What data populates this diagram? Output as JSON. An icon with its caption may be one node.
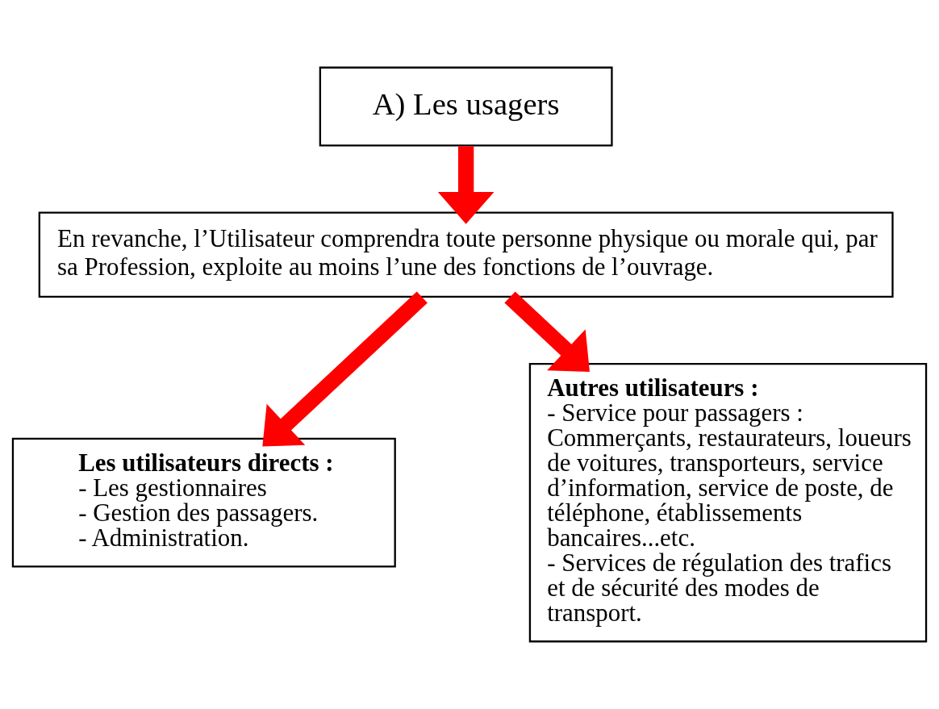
{
  "diagram": {
    "nodes": [
      {
        "text": [
          "A) Les usagers"
        ]
      },
      {
        "text": [
          "En revanche, l’Utilisateur comprendra toute personne physique ou morale qui, par sa Profession, exploite au moins l’une des fonctions de l’ouvrage."
        ]
      },
      {
        "text": [
          "Les utilisateurs directs :",
          "- Les gestionnaires",
          "- Gestion des passagers.",
          "- Administration."
        ]
      },
      {
        "text": [
          "Autres utilisateurs :",
          "- Service pour passagers : Commerçants, restaurateurs, loueurs de voitures, transporteurs, service d’information, service de poste, de téléphone, établissements bancaires...etc.",
          "- Services de régulation des trafics et de sécurité des modes de transport."
        ]
      }
    ],
    "edges": [
      {
        "from": 0,
        "to": 1,
        "arrow": "to"
      },
      {
        "from": 1,
        "to": 2,
        "arrow": "to"
      },
      {
        "from": 1,
        "to": 3,
        "arrow": "to"
      }
    ]
  }
}
